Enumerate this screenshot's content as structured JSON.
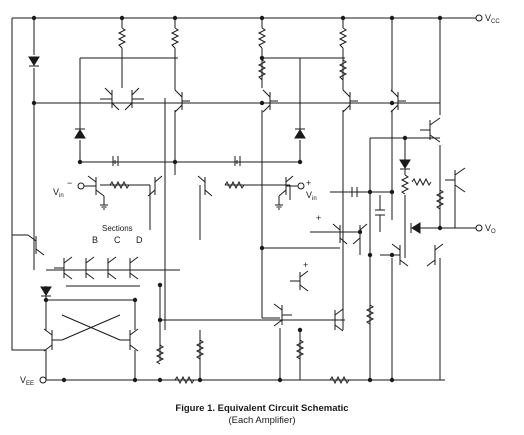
{
  "labels": {
    "vcc_main": "V",
    "vcc_sub": "CC",
    "vee_main": "V",
    "vee_sub": "EE",
    "vo_main": "V",
    "vo_sub": "O",
    "vin_minus_main": "V",
    "vin_minus_sub": "in",
    "vin_minus_sign": "−",
    "vin_plus_main": "V",
    "vin_plus_sub": "in",
    "vin_plus_sign": "+",
    "sections": "Sections",
    "section_b": "B",
    "section_c": "C",
    "section_d": "D",
    "plus_mark": "+"
  },
  "caption": {
    "title": "Figure 1. Equivalent Circuit Schematic",
    "subtitle": "(Each Amplifier)"
  },
  "colors": {
    "ink": "#1a1a1a",
    "background": "#ffffff"
  }
}
